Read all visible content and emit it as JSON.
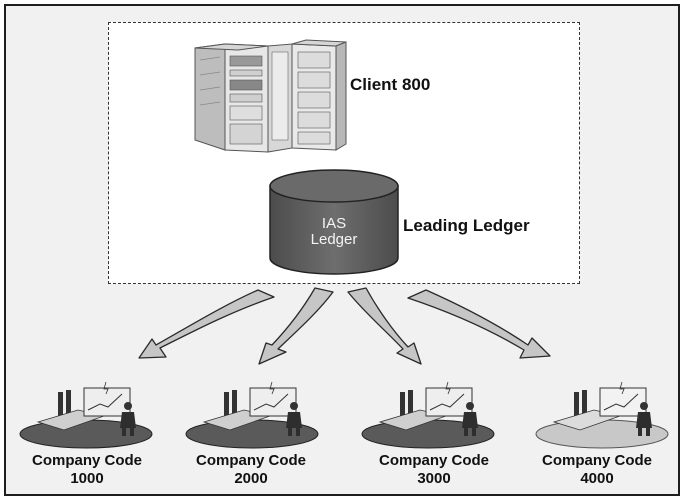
{
  "client": {
    "label": "Client 800",
    "icon": "server-icon"
  },
  "ledger": {
    "line1": "IAS",
    "line2": "Ledger",
    "role_label": "Leading Ledger",
    "icon": "database-icon"
  },
  "company_codes": [
    {
      "label": "Company Code",
      "code": "1000"
    },
    {
      "label": "Company Code",
      "code": "2000"
    },
    {
      "label": "Company Code",
      "code": "3000"
    },
    {
      "label": "Company Code",
      "code": "4000"
    }
  ],
  "colors": {
    "background": "#f1f1f1",
    "arrow": "#c6c6c6",
    "cylinder": "#5e5e5e",
    "platform_dark": "#5a5a5a",
    "platform_light": "#c8c8c8"
  }
}
